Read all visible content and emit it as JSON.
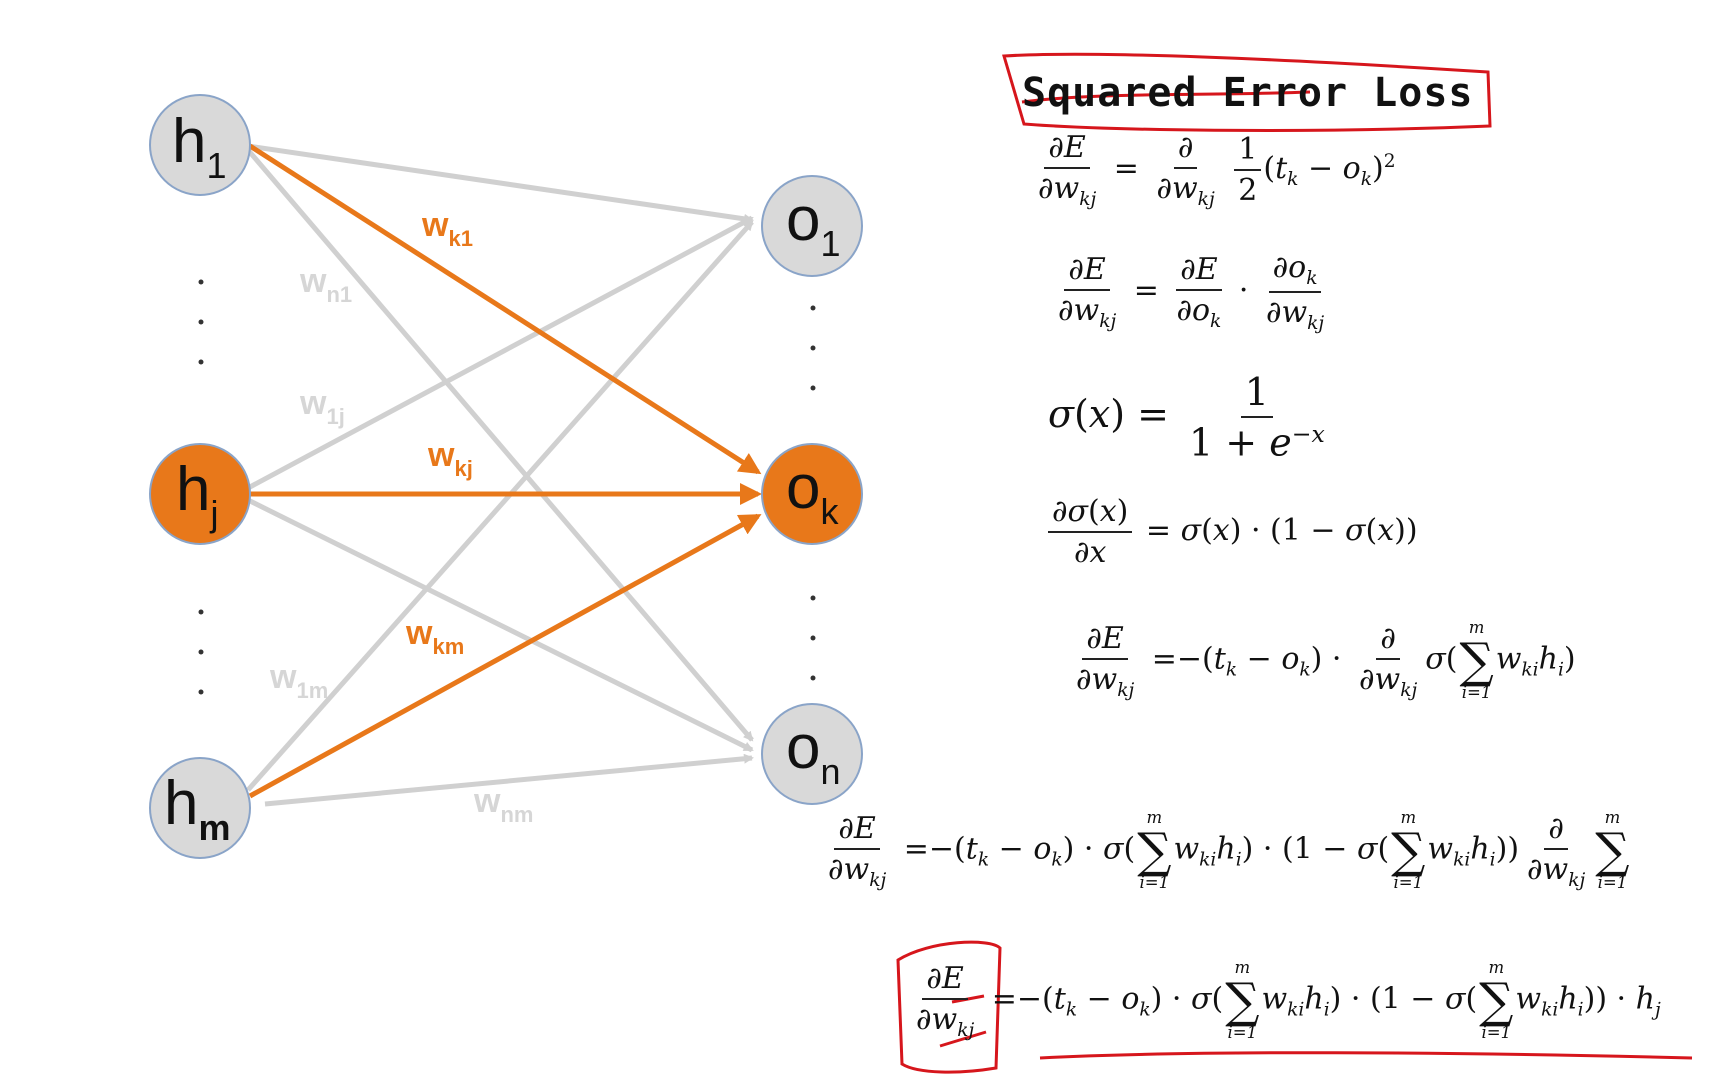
{
  "diagram": {
    "nodes": {
      "h1": {
        "base": "h",
        "sub": "1"
      },
      "hj": {
        "base": "h",
        "sub": "j"
      },
      "hm": {
        "base": "h",
        "sub": "m"
      },
      "o1": {
        "base": "o",
        "sub": "1"
      },
      "ok": {
        "base": "o",
        "sub": "k"
      },
      "on": {
        "base": "o",
        "sub": "n"
      }
    },
    "weights": {
      "wk1": {
        "base": "w",
        "sub": "k1"
      },
      "wkj": {
        "base": "w",
        "sub": "kj"
      },
      "wkm": {
        "base": "w",
        "sub": "km"
      },
      "wn1": {
        "base": "w",
        "sub": "n1"
      },
      "w1j": {
        "base": "w",
        "sub": "1j"
      },
      "w1m": {
        "base": "w",
        "sub": "1m"
      },
      "wnm": {
        "base": "w",
        "sub": "nm"
      }
    },
    "colors": {
      "active": "#e8781a",
      "inactive_edge": "#d0d0d0",
      "inactive_node": "#d9d9d9",
      "node_border": "#8aa4c8",
      "annotation": "#d6161c"
    }
  },
  "notes": {
    "title": "Squared Error Loss"
  }
}
